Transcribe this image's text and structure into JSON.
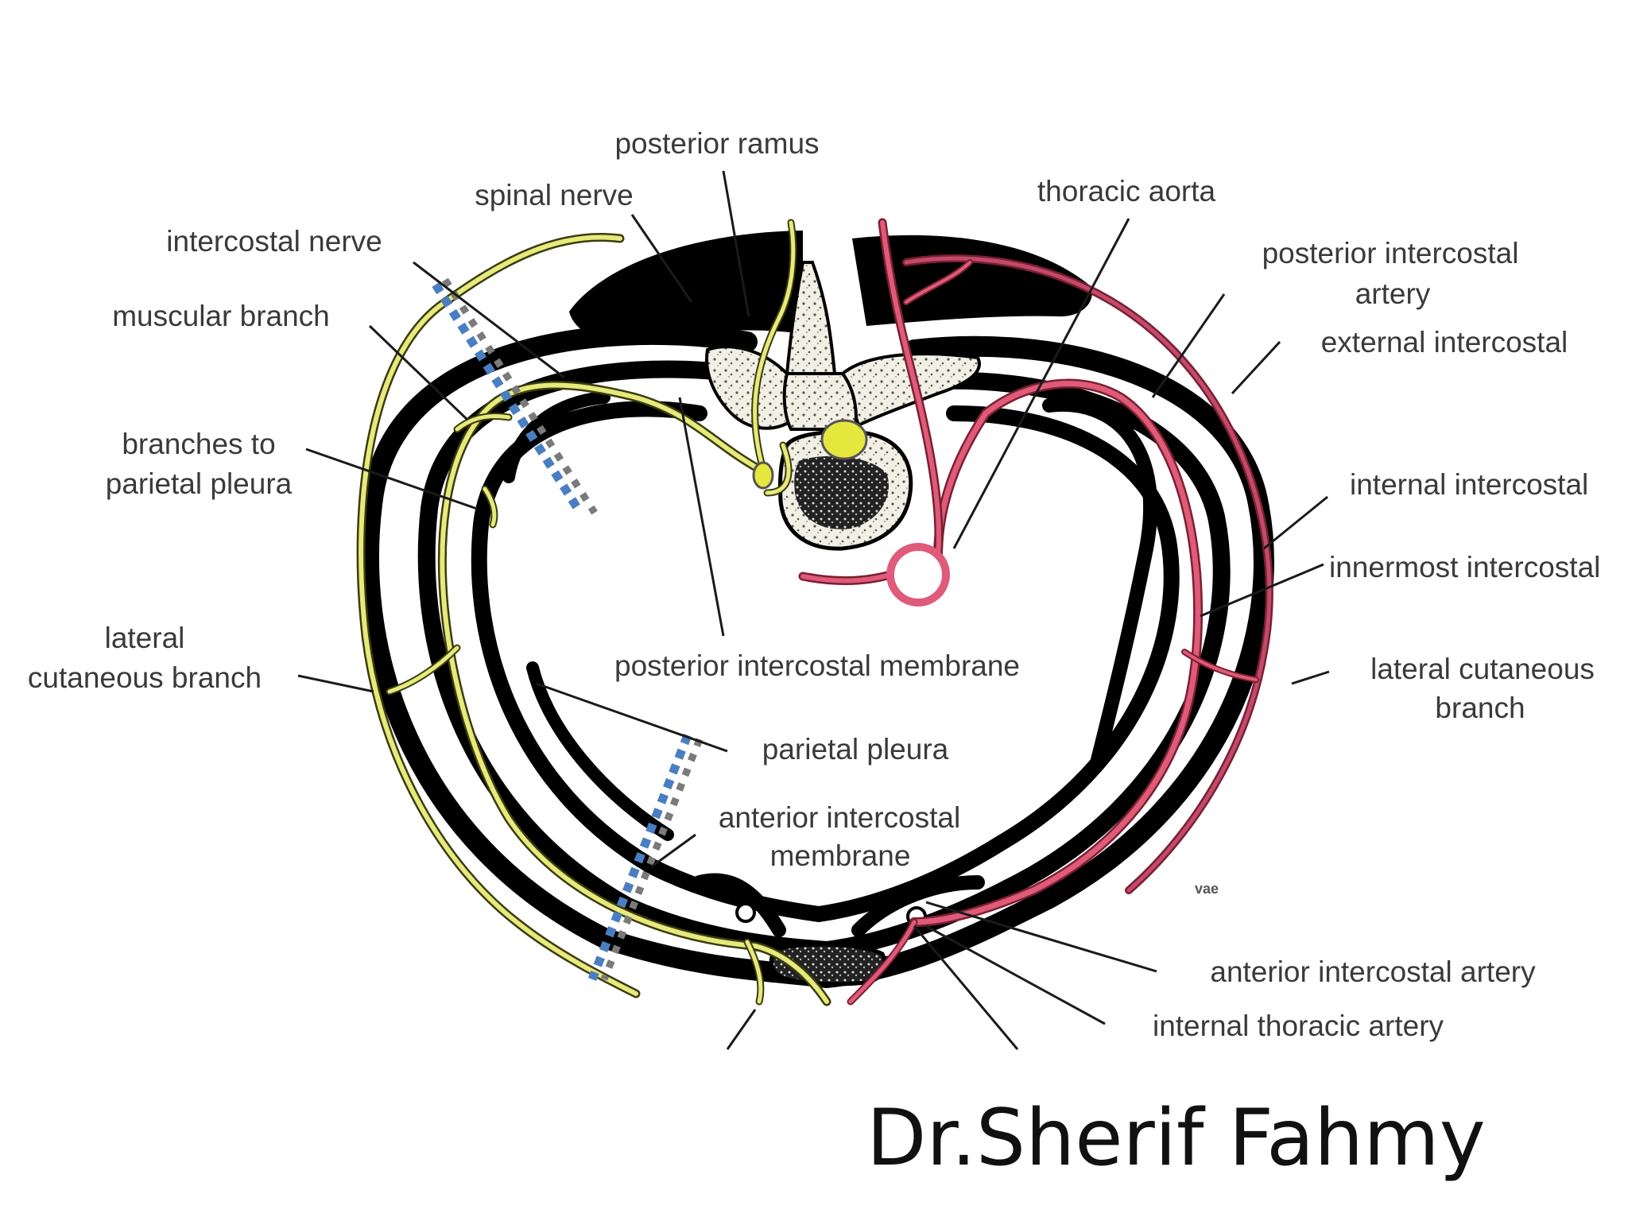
{
  "labels": {
    "posterior_ramus": "posterior ramus",
    "spinal_nerve": "spinal nerve",
    "thoracic_aorta": "thoracic aorta",
    "intercostal_nerve": "intercostal nerve",
    "posterior_intercostal_artery_1": "posterior intercostal",
    "posterior_intercostal_artery_2": "artery",
    "muscular_branch": "muscular branch",
    "external_intercostal": "external intercostal",
    "branches_to_parietal_pleura_1": "branches to",
    "branches_to_parietal_pleura_2": "parietal pleura",
    "internal_intercostal": "internal intercostal",
    "innermost_intercostal": "innermost intercostal",
    "lateral_cutaneous_branch_left_1": "lateral",
    "lateral_cutaneous_branch_left_2": "cutaneous branch",
    "posterior_intercostal_membrane": "posterior intercostal membrane",
    "lateral_cutaneous_branch_right_1": "lateral cutaneous",
    "lateral_cutaneous_branch_right_2": "branch",
    "parietal_pleura": "parietal pleura",
    "anterior_intercostal_membrane_1": "anterior intercostal",
    "anterior_intercostal_membrane_2": "membrane",
    "anterior_intercostal_artery": "anterior intercostal artery",
    "internal_thoracic_artery": "internal thoracic artery",
    "artist_initials": "vae"
  },
  "author": "Dr.Sherif Fahmy",
  "colors": {
    "nerve": "#e6ea7a",
    "nerve_outline": "#3b3b10",
    "artery": "#e05a7a",
    "artery_dark": "#a83a5c",
    "bone": "#f2f0e4",
    "muscle": "#000000",
    "marker_blue": "#4a7ec2",
    "marker_gray": "#7a7a7a"
  }
}
